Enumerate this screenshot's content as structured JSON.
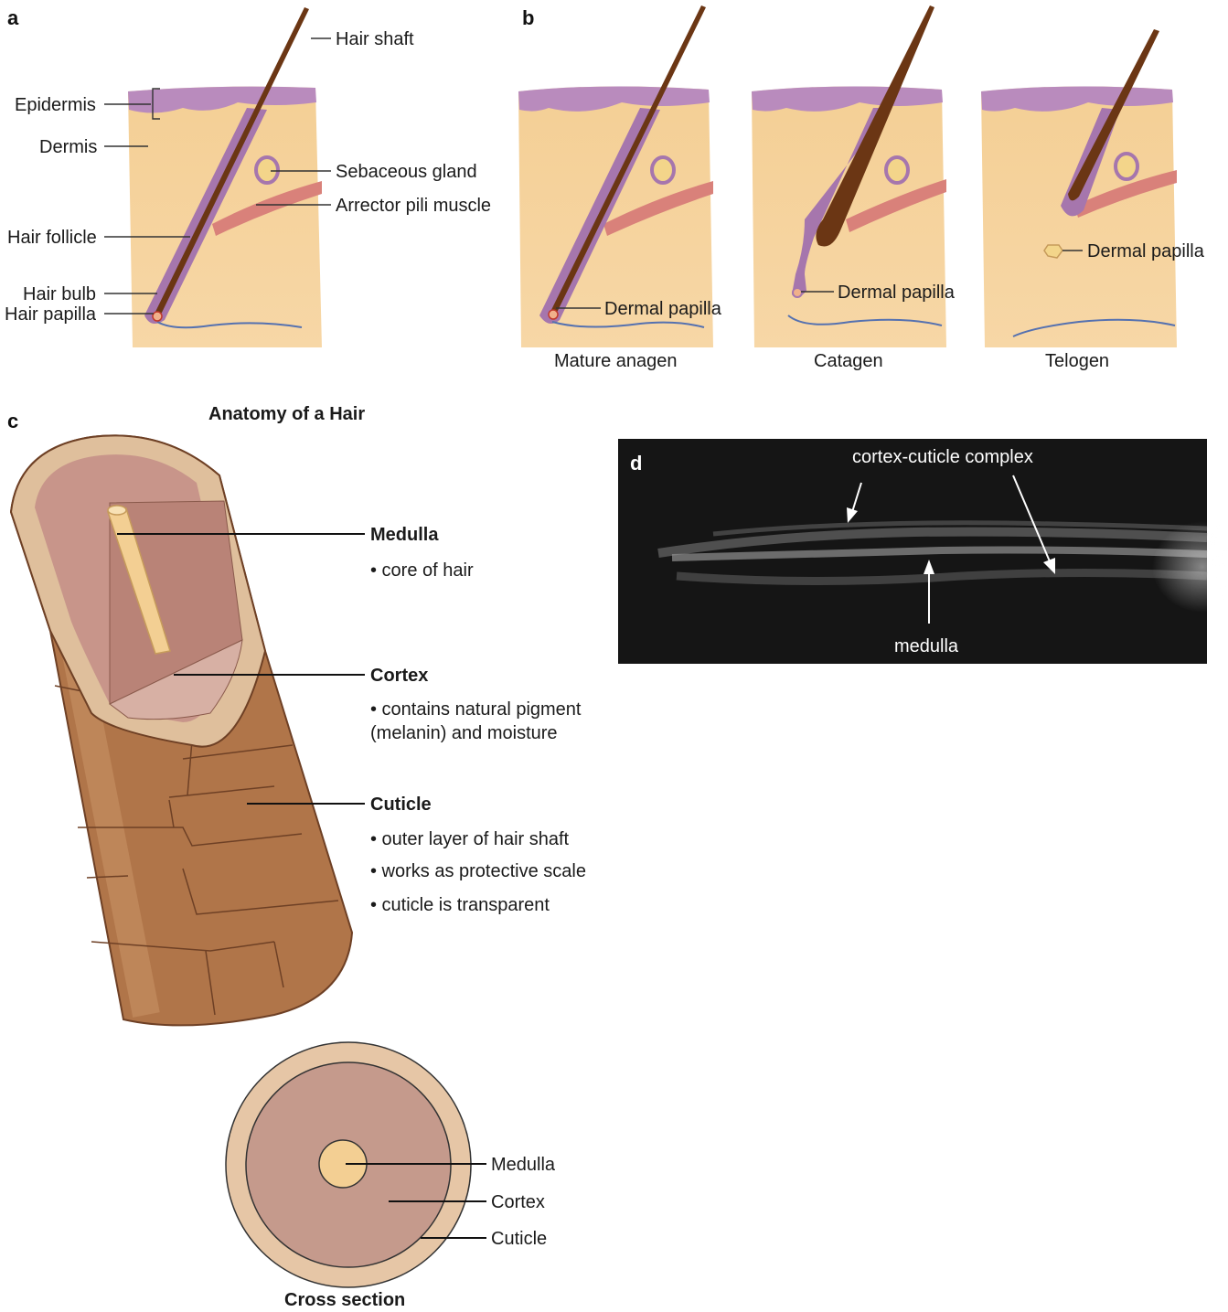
{
  "panels": {
    "a": "a",
    "b": "b",
    "c": "c",
    "d": "d"
  },
  "panel_a": {
    "hair_shaft": "Hair shaft",
    "epidermis": "Epidermis",
    "dermis": "Dermis",
    "sebaceous_gland": "Sebaceous gland",
    "arrector_pili_muscle": "Arrector pili muscle",
    "hair_follicle": "Hair follicle",
    "hair_bulb": "Hair bulb",
    "hair_papilla": "Hair papilla"
  },
  "panel_b": {
    "stages": [
      "Mature anagen",
      "Catagen",
      "Telogen"
    ],
    "dermal_papilla": "Dermal papilla"
  },
  "panel_c": {
    "title": "Anatomy of a Hair",
    "medulla": {
      "heading": "Medulla",
      "bullets": [
        "• core of hair"
      ]
    },
    "cortex": {
      "heading": "Cortex",
      "bullets": [
        "• contains natural pigment",
        "(melanin) and moisture"
      ]
    },
    "cuticle": {
      "heading": "Cuticle",
      "bullets": [
        "• outer layer of hair shaft",
        "• works as protective scale",
        "• cuticle is transparent"
      ]
    },
    "cross_section": {
      "caption": "Cross section",
      "labels": [
        "Medulla",
        "Cortex",
        "Cuticle"
      ]
    }
  },
  "panel_d": {
    "cortex_cuticle_complex": "cortex-cuticle complex",
    "medulla": "medulla"
  },
  "colors": {
    "dermis": "#f2c98a",
    "epidermis": "#a97fb0",
    "hair": "#6b3614",
    "muscle": "#d77a72",
    "cortex": "#c89a8c",
    "cuticle": "#e3c5a7",
    "medulla": "#f3cf93",
    "micrograph_bg": "#151515"
  }
}
